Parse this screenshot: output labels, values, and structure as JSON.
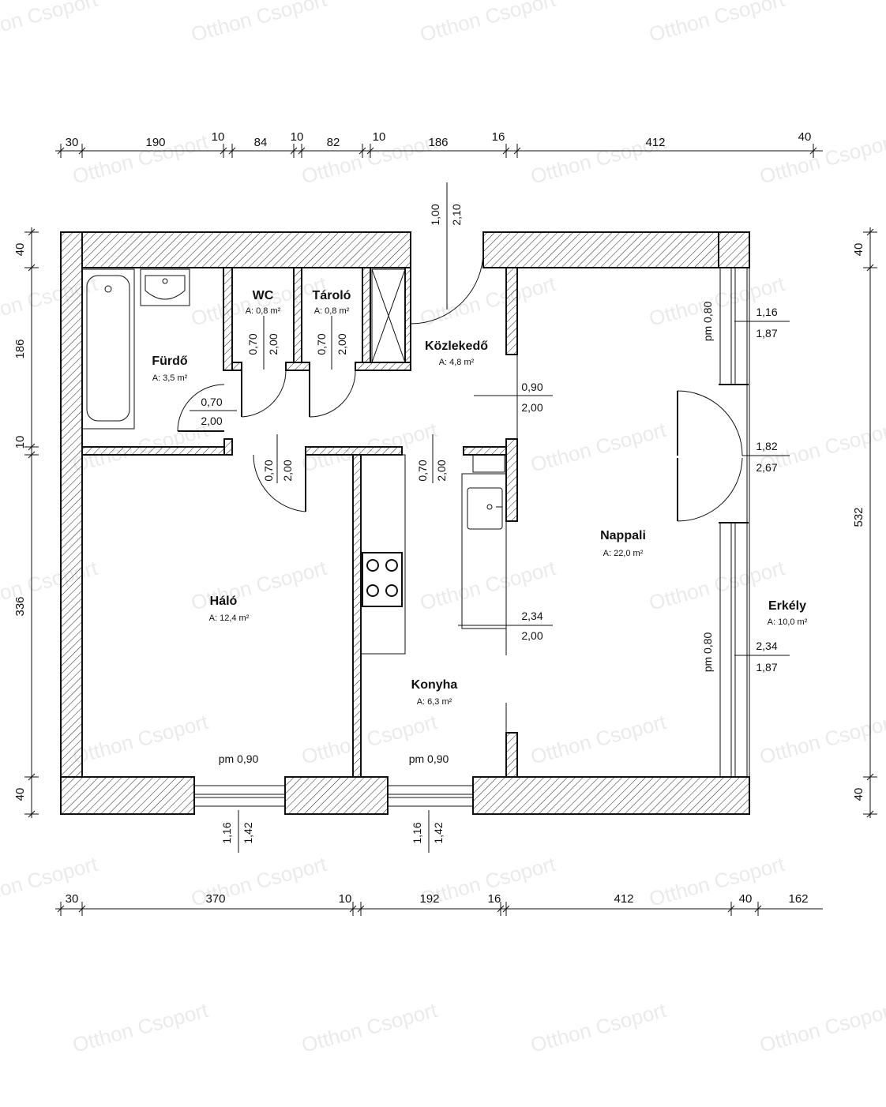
{
  "watermark": "Otthon Csoport",
  "rooms": {
    "furdo": {
      "name": "Fürdő",
      "area": "A: 3,5 m²"
    },
    "wc": {
      "name": "WC",
      "area": "A: 0,8 m²"
    },
    "tarolo": {
      "name": "Tároló",
      "area": "A: 0,8 m²"
    },
    "kozlekedo": {
      "name": "Közlekedő",
      "area": "A: 4,8 m²"
    },
    "halo": {
      "name": "Háló",
      "area": "A: 12,4 m²"
    },
    "konyha": {
      "name": "Konyha",
      "area": "A: 6,3 m²"
    },
    "nappali": {
      "name": "Nappali",
      "area": "A: 22,0 m²"
    },
    "erkely": {
      "name": "Erkély",
      "area": "A: 10,0 m²"
    }
  },
  "dimensions": {
    "top": [
      "30",
      "190",
      "10",
      "84",
      "10",
      "82",
      "10",
      "186",
      "16",
      "412",
      "40"
    ],
    "bottom": [
      "30",
      "370",
      "10",
      "192",
      "16",
      "412",
      "40",
      "162"
    ],
    "left": [
      "40",
      "186",
      "10",
      "336",
      "40"
    ],
    "right": [
      "40",
      "532",
      "40"
    ]
  },
  "openings": {
    "entry_w": "1,00",
    "entry_h": "2,10",
    "wc_w": "0,70",
    "wc_h": "2,00",
    "tarolo_w": "0,70",
    "tarolo_h": "2,00",
    "bath_w": "0,70",
    "bath_h": "2,00",
    "halo_w": "0,70",
    "halo_h": "2,00",
    "kitchen_w": "0,70",
    "kitchen_h": "2,00",
    "hall_w": "0,90",
    "hall_h": "2,00",
    "kitchen_open_w": "2,34",
    "kitchen_open_h": "2,00",
    "win_top_pm": "pm 0,80",
    "win_top_w": "1,16",
    "win_top_h": "1,87",
    "balcony_door_w": "1,82",
    "balcony_door_h": "2,67",
    "win_bottom_pm": "pm 0,80",
    "win_bottom_w": "2,34",
    "win_bottom_h": "1,87",
    "halo_win_pm": "pm 0,90",
    "halo_win_w": "1,16",
    "halo_win_h": "1,42",
    "konyha_win_pm": "pm 0,90",
    "konyha_win_w": "1,16",
    "konyha_win_h": "1,42"
  }
}
